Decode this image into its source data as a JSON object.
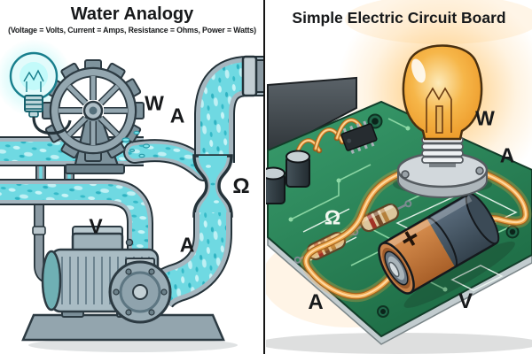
{
  "left_panel": {
    "title": "Water Analogy",
    "subtitle": "(Voltage = Volts, Current = Amps, Resistance = Ohms, Power = Watts)",
    "labels": {
      "watts": "W",
      "amps_flow": "A",
      "ohms": "Ω",
      "volts": "V",
      "amps_pump": "A"
    }
  },
  "right_panel": {
    "title": "Simple Electric Circuit Board",
    "labels": {
      "watts": "W",
      "amps_wire": "A",
      "ohms": "Ω",
      "amps_board": "A",
      "volts": "V"
    },
    "battery_positive": "+"
  },
  "colors": {
    "water_cyan": "#6fd9e2",
    "water_light": "#c7f4f7",
    "water_deep": "#2fb3c2",
    "pipe_gray": "#a6b6bf",
    "outline_dark": "#243239",
    "pcb_green": "#2e8e5c",
    "wire_orange": "#eeaa4f",
    "bulb_amber": "#f6bc55",
    "bulb_cyan_glow": "#aef2ef",
    "battery_copper": "#c0763f",
    "battery_slate": "#47596a",
    "divider_black": "#141414"
  }
}
